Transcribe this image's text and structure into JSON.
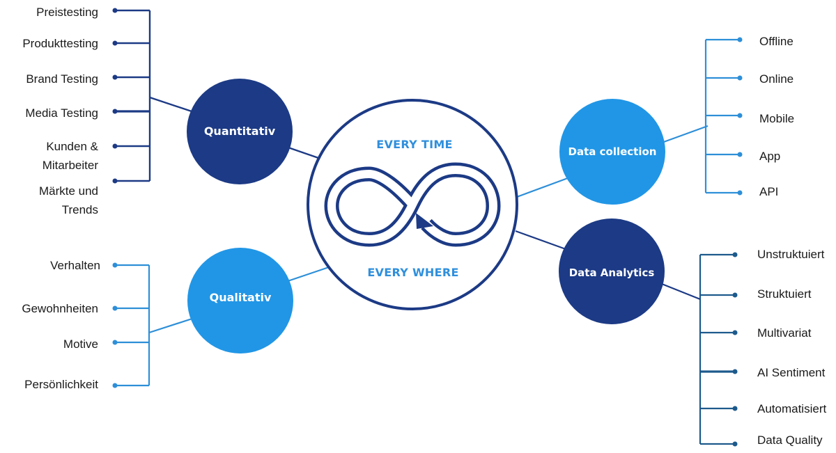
{
  "colors": {
    "dark": "#1c3a85",
    "light": "#2196e6",
    "dark_line": "#1c3a85",
    "light_line": "#2d8fd8",
    "teal_line": "#1d5a8c",
    "center_text": "#2f8fdc"
  },
  "center": {
    "top_text": "EVERY TIME",
    "bottom_text": "EVERY WHERE",
    "icon": "infinity-loop-icon"
  },
  "nodes": {
    "quantitativ": {
      "label": "Quantitativ",
      "items": [
        "Preistesting",
        "Produkttesting",
        "Brand Testing",
        "Media Testing",
        "Kunden &",
        "Mitarbeiter",
        "Märkte und",
        "Trends"
      ]
    },
    "qualitativ": {
      "label": "Qualitativ",
      "items": [
        "Verhalten",
        "Gewohnheiten",
        "Motive",
        "Persönlichkeit"
      ]
    },
    "data_collection": {
      "label": "Data collection",
      "items": [
        "Offline",
        "Online",
        "Mobile",
        "App",
        "API"
      ]
    },
    "data_analytics": {
      "label": "Data Analytics",
      "items": [
        "Unstruktuiert",
        "Struktuiert",
        "Multivariat",
        "AI Sentiment",
        "Automatisiert",
        "Data Quality"
      ]
    }
  }
}
